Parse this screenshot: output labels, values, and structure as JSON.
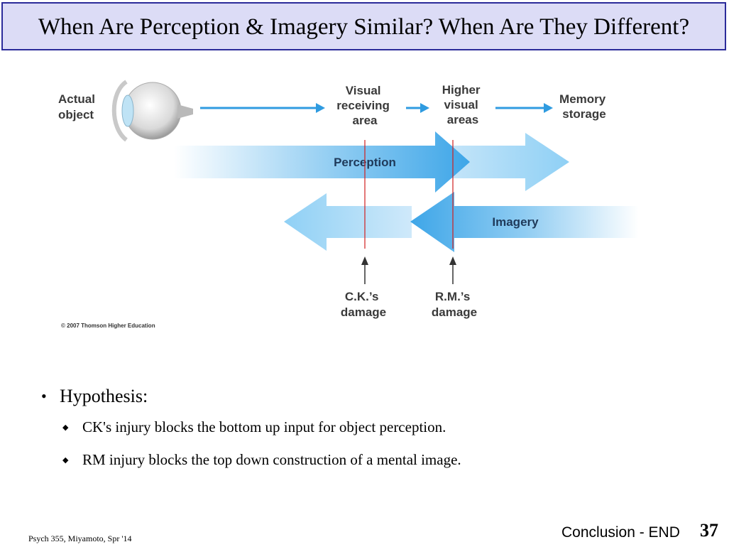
{
  "slide": {
    "title": "When Are Perception & Imagery Similar?  When Are They Different?",
    "page_number": "37",
    "footer_left": "Psych 355, Miyamoto, Spr '14",
    "footer_mid": "Conclusion - END"
  },
  "diagram": {
    "actual_object": [
      "Actual",
      "object"
    ],
    "visual_receiving_area": [
      "Visual",
      "receiving",
      "area"
    ],
    "higher_visual_areas": [
      "Higher",
      "visual",
      "areas"
    ],
    "memory_storage": [
      "Memory",
      "storage"
    ],
    "perception_label": "Perception",
    "imagery_label": "Imagery",
    "ck_damage": [
      "C.K.’s",
      "damage"
    ],
    "rm_damage": [
      "R.M.’s",
      "damage"
    ],
    "copyright": "© 2007 Thomson Higher Education"
  },
  "bullets": {
    "heading": "Hypothesis:",
    "items": [
      "CK's injury blocks the bottom up input for object perception.",
      "RM injury blocks the top down construction of a mental image."
    ]
  }
}
